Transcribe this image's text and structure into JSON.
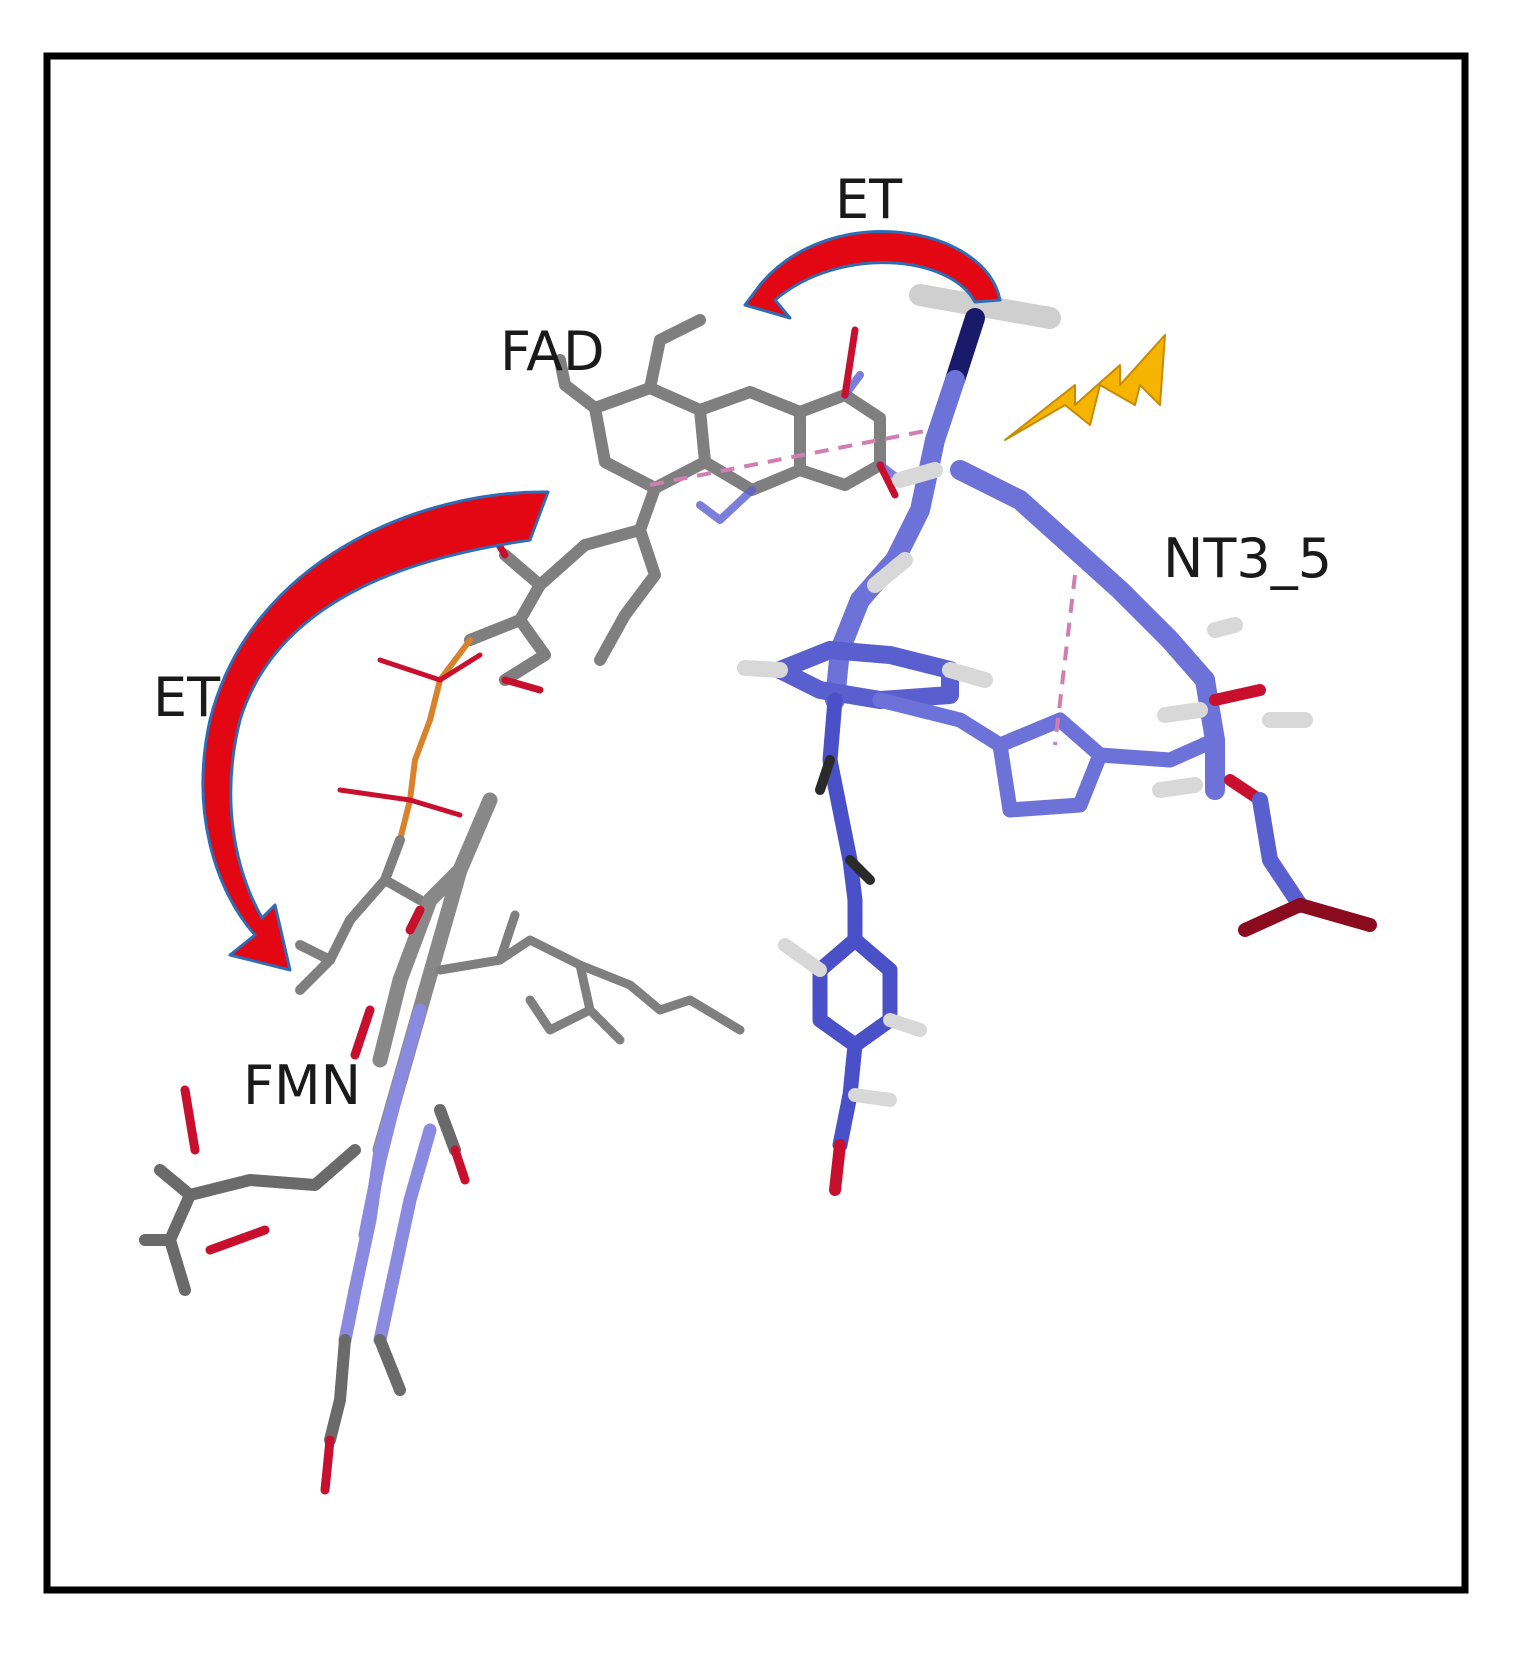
{
  "labels": {
    "fad": "FAD",
    "fmn": "FMN",
    "nt3_5": "NT3_5",
    "et_top": "ET",
    "et_left": "ET"
  },
  "colors": {
    "frame": "#000000",
    "arrow_fill": "#e30613",
    "arrow_outline": "#2e6db5",
    "carbon_grey": "#8a8a8a",
    "carbon_dark": "#4a4a4a",
    "nitrogen_blue": "#5a5fd0",
    "ligand_blue": "#6d72d8",
    "oxygen_red": "#c8102e",
    "phosphorus_orange": "#d9822b",
    "hydrogen_white": "#d8d8d8",
    "hbond_pink": "#d07fb0",
    "lightning_yellow": "#f4b400"
  },
  "icons": {
    "lightning": "lightning-bolt-icon"
  }
}
